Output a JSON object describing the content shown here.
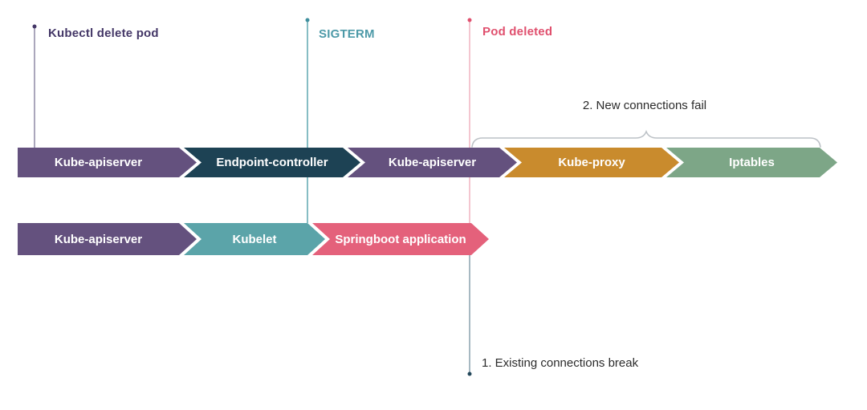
{
  "markers": [
    {
      "label": "Kubectl delete pod",
      "text_color": "#443767",
      "line_color": "#8f8aa6",
      "dot_color": "#443767"
    },
    {
      "label": "SIGTERM",
      "text_color": "#4d9aa8",
      "line_color": "#5fa7b0",
      "dot_color": "#3f8f9e"
    },
    {
      "label": "Pod deleted",
      "text_color": "#e0506e",
      "line_color": "#f0b3c1",
      "dot_color": "#e0506e",
      "tail_line_color": "#8aa2ad",
      "tail_dot_color": "#23475a"
    }
  ],
  "rows": [
    {
      "arrows": [
        {
          "label": "Kube-apiserver",
          "color": "#64517e"
        },
        {
          "label": "Endpoint-controller",
          "color": "#1d4254"
        },
        {
          "label": "Kube-apiserver",
          "color": "#64517e"
        },
        {
          "label": "Kube-proxy",
          "color": "#c98b2d"
        },
        {
          "label": "Iptables",
          "color": "#7da687"
        }
      ]
    },
    {
      "arrows": [
        {
          "label": "Kube-apiserver",
          "color": "#64517e"
        },
        {
          "label": "Kubelet",
          "color": "#5ba4a9"
        },
        {
          "label": "Springboot application",
          "color": "#e4617b"
        }
      ]
    }
  ],
  "annotations": [
    {
      "label": "2. New connections fail"
    },
    {
      "label": "1. Existing connections break"
    }
  ],
  "brace_color": "#bcc1c6"
}
